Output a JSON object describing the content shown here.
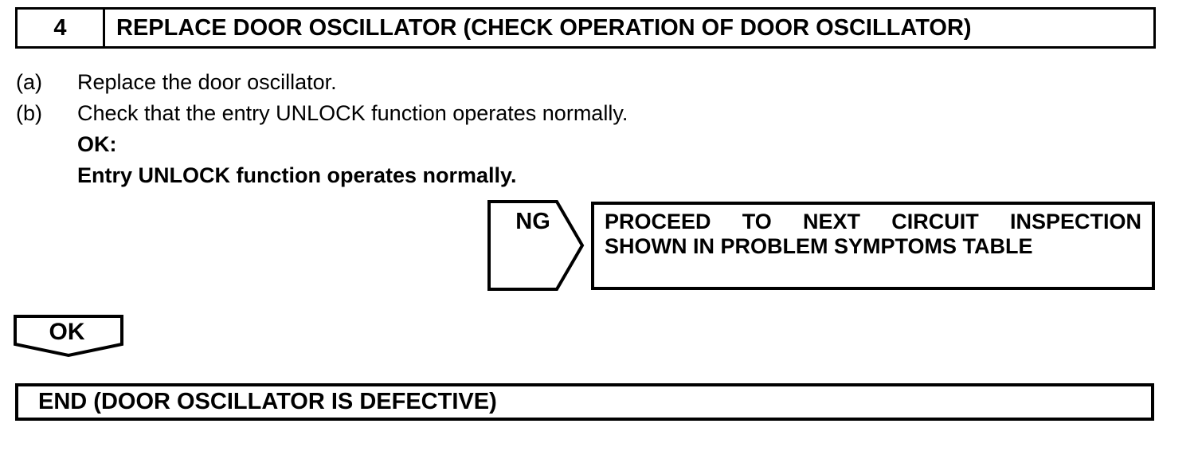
{
  "colors": {
    "ink": "#000000",
    "background": "#ffffff"
  },
  "step_header": {
    "number": "4",
    "title": "REPLACE DOOR OSCILLATOR (CHECK OPERATION OF DOOR OSCILLATOR)"
  },
  "procedure": {
    "items": [
      {
        "label": "(a)",
        "text": "Replace the door oscillator."
      },
      {
        "label": "(b)",
        "text": "Check that the entry UNLOCK function operates normally."
      }
    ],
    "ok_heading": "OK:",
    "ok_criteria": "Entry UNLOCK function operates normally."
  },
  "ng_branch": {
    "connector_label": "NG",
    "result_line1": "PROCEED TO NEXT CIRCUIT INSPECTION",
    "result_line2": "SHOWN IN PROBLEM SYMPTOMS TABLE"
  },
  "ok_branch": {
    "connector_label": "OK"
  },
  "end_box": {
    "text": "END (DOOR OSCILLATOR IS DEFECTIVE)"
  }
}
